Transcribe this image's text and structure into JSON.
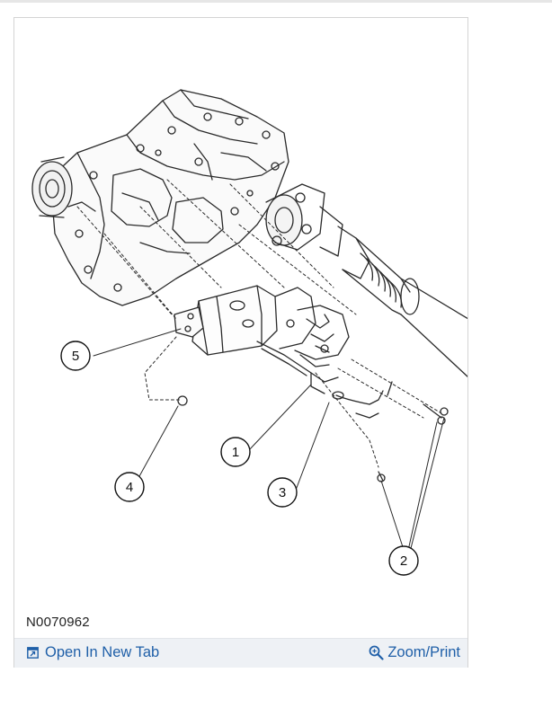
{
  "figure": {
    "id_label": "N0070962",
    "callouts": [
      {
        "key": "1",
        "text": "1"
      },
      {
        "key": "2",
        "text": "2"
      },
      {
        "key": "3",
        "text": "3"
      },
      {
        "key": "4",
        "text": "4"
      },
      {
        "key": "5",
        "text": "5"
      }
    ]
  },
  "actions": {
    "open_new_tab": {
      "label": "Open In New Tab",
      "icon": "open-new-tab-icon"
    },
    "zoom_print": {
      "label": "Zoom/Print",
      "icon": "magnifier-icon"
    }
  },
  "colors": {
    "link": "#1f5fa8",
    "action_bar": "#eef1f5",
    "line_art": "#2a2a2a"
  }
}
